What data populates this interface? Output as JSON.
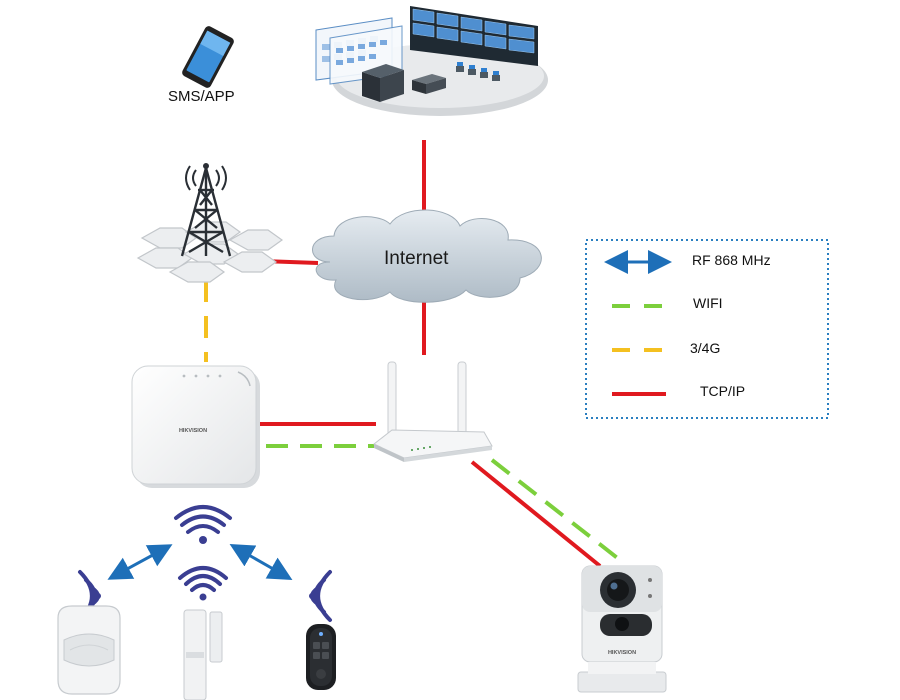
{
  "labels": {
    "sms_app": "SMS/APP",
    "internet": "Internet"
  },
  "panel_brand": "HIKVISION",
  "camera_brand": "HIKVISION",
  "legend": {
    "items": [
      {
        "label": "RF 868 MHz",
        "style": "double-arrow",
        "color": "#1e6fb8"
      },
      {
        "label": "WIFI",
        "style": "dashed",
        "color": "#7ccf3c"
      },
      {
        "label": "3/4G",
        "style": "dashed",
        "color": "#f4c020"
      },
      {
        "label": "TCP/IP",
        "style": "solid",
        "color": "#e0191f"
      }
    ]
  },
  "colors": {
    "tcp_ip": "#e0191f",
    "wifi": "#7ccf3c",
    "cellular": "#f4c020",
    "rf": "#1e6fb8",
    "cloud": "#c8d3dc",
    "legend_border": "#2a7fc0"
  },
  "icons": {
    "phone": "smartphone-icon",
    "monitoring": "monitoring-center-icon",
    "tower": "cell-tower-icon",
    "cloud": "cloud-icon",
    "panel": "alarm-panel-icon",
    "router": "wifi-router-icon",
    "camera": "ip-camera-icon",
    "pir": "pir-detector-icon",
    "contact": "door-contact-icon",
    "keyfob": "keyfob-icon",
    "wireless": "wireless-signal-icon"
  }
}
